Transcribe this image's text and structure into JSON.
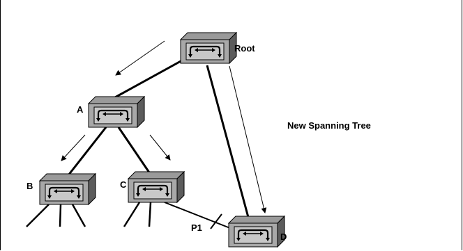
{
  "diagram": {
    "title": "New Spanning Tree",
    "switches": {
      "root": "Root",
      "a": "A",
      "b": "B",
      "c": "C",
      "d": "D"
    },
    "port_label": "P1"
  },
  "colors": {
    "switch_top": "#9a9a9a",
    "switch_front": "#a8a8a8",
    "switch_side": "#5c5c5c",
    "screen": "#c8c8c8",
    "line": "#000000"
  }
}
